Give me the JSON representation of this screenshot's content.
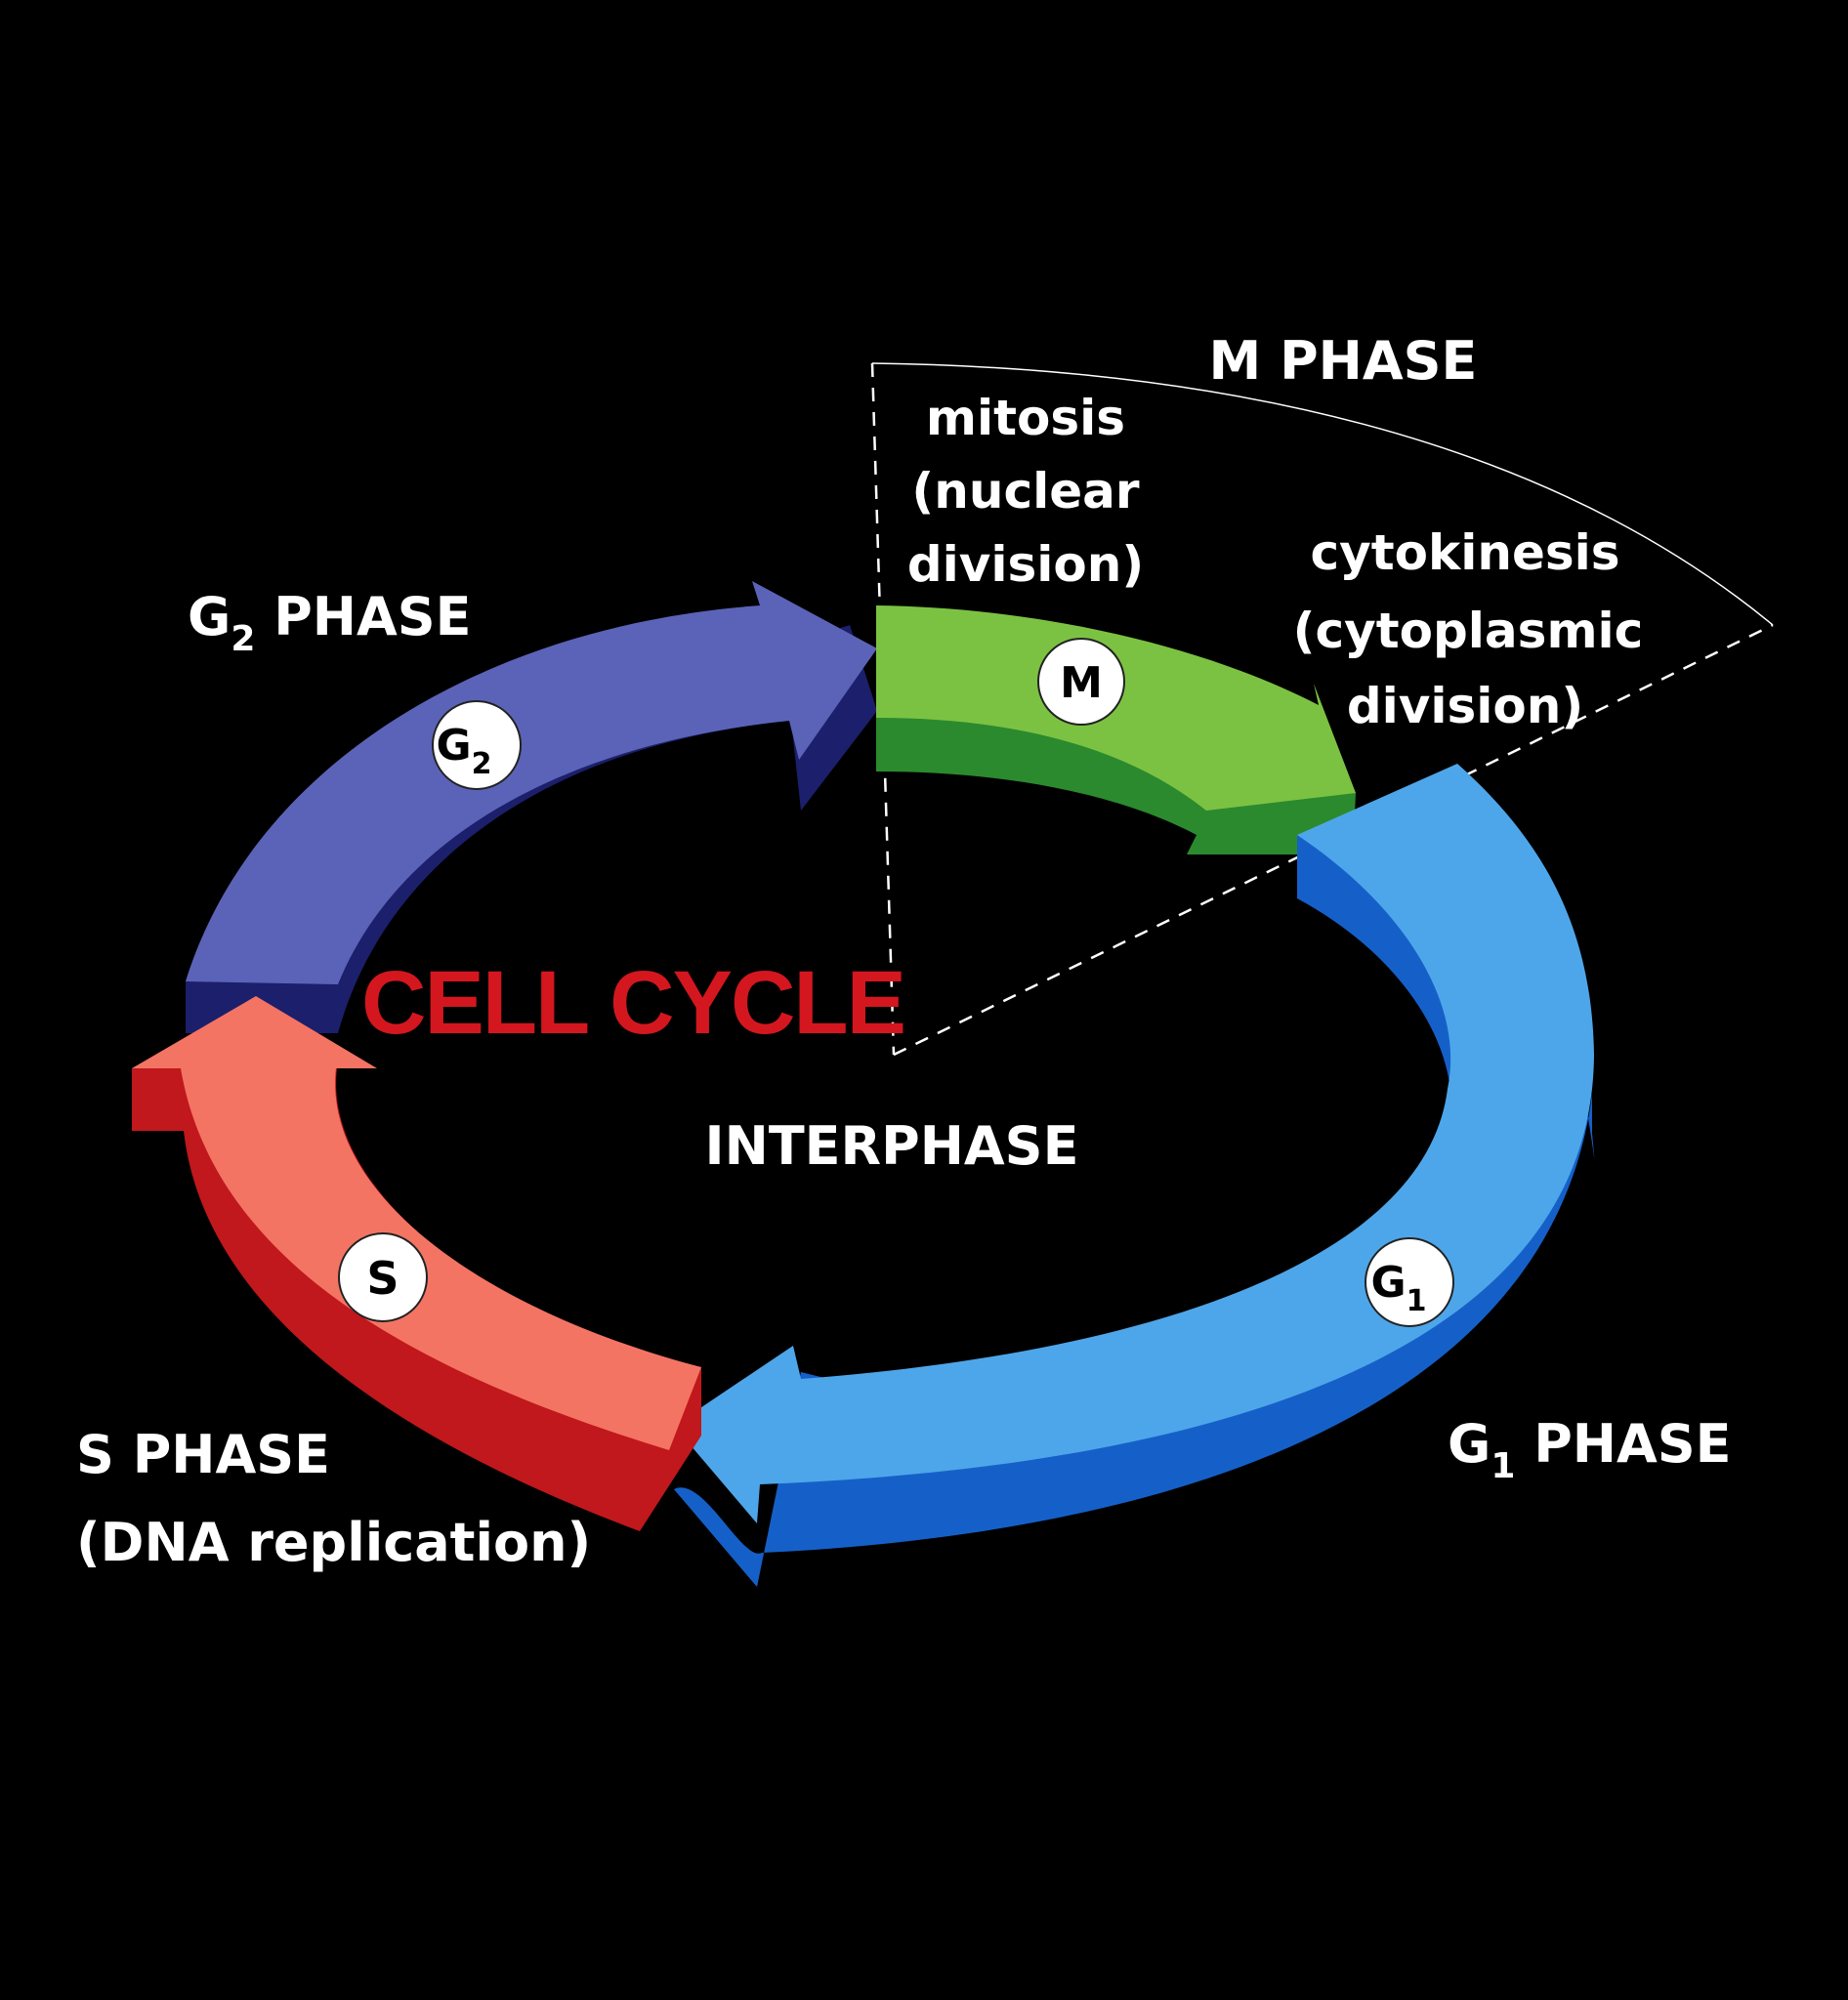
{
  "title": "CELL CYCLE",
  "center_label": "INTERPHASE",
  "m_phase": {
    "header": "M PHASE",
    "mitosis": [
      "mitosis",
      "(nuclear",
      "division)"
    ],
    "cytokinesis": [
      "cytokinesis",
      "(cytoplasmic",
      "division)"
    ]
  },
  "phases": {
    "g2": {
      "label_main": "G",
      "label_sub": "2",
      "label_rest": " PHASE",
      "badge_main": "G",
      "badge_sub": "2"
    },
    "m": {
      "badge_main": "M"
    },
    "g1": {
      "label_main": "G",
      "label_sub": "1",
      "label_rest": " PHASE",
      "badge_main": "G",
      "badge_sub": "1"
    },
    "s": {
      "label_line1": "S PHASE",
      "label_line2": "(DNA replication)",
      "badge_main": "S"
    }
  },
  "colors": {
    "background": "#000000",
    "g2_top": "#5b63b8",
    "g2_side": "#1c1f6b",
    "m_top": "#7cc242",
    "m_side": "#2b8a2e",
    "g1_top": "#4ea6ea",
    "g1_side": "#1560c8",
    "s_top": "#f47463",
    "s_side": "#c0181c",
    "title": "#d4171f"
  }
}
